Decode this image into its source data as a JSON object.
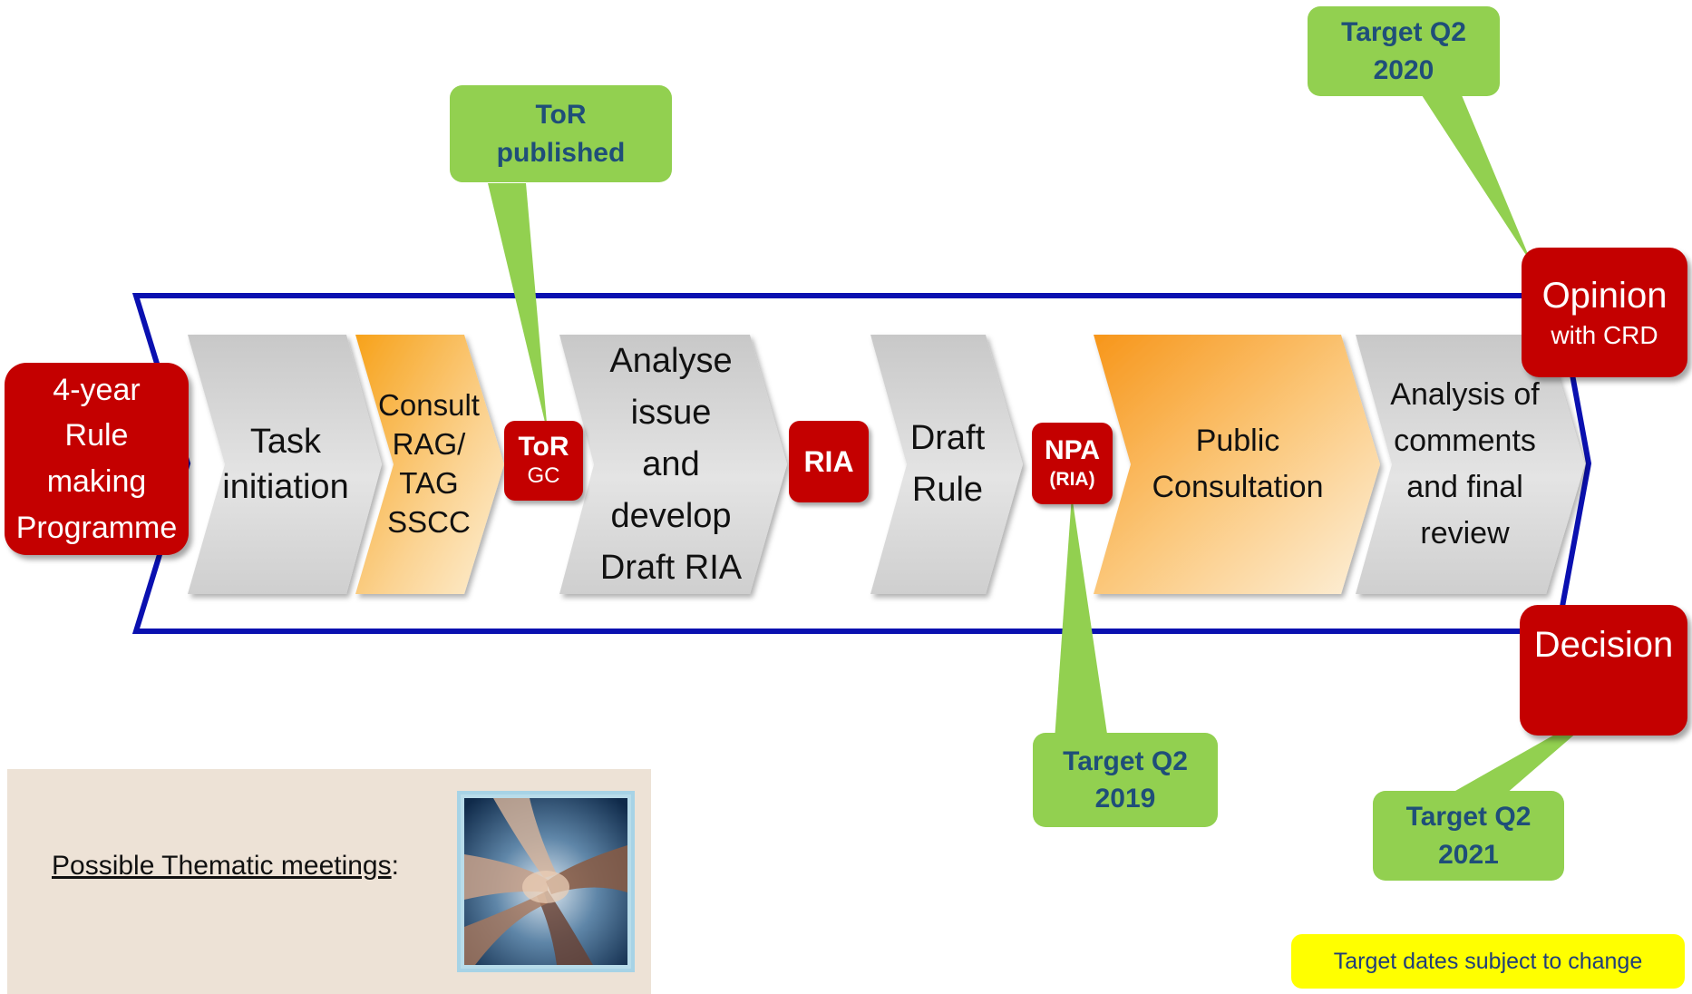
{
  "start_box": {
    "text": "4-year\nRule\nmaking\nProgramme"
  },
  "steps": [
    {
      "id": "task-initiation",
      "text": "Task\ninitiation"
    },
    {
      "id": "consult",
      "text": "Consult\nRAG/\nTAG\nSSCC"
    },
    {
      "id": "analyse",
      "text": "Analyse\nissue\nand\ndevelop\nDraft RIA"
    },
    {
      "id": "draft-rule",
      "text": "Draft\nRule"
    },
    {
      "id": "public-consultation",
      "text": "Public\nConsultation"
    },
    {
      "id": "analysis-comments",
      "text": "Analysis of\ncomments\nand final\nreview"
    }
  ],
  "milestones": {
    "tor": {
      "title": "ToR",
      "sub": "GC"
    },
    "ria": {
      "title": "RIA"
    },
    "npa": {
      "title": "NPA",
      "sub": "(RIA)"
    }
  },
  "opinion_box": {
    "title": "Opinion",
    "sub": "with CRD"
  },
  "decision_box": {
    "title": "Decision"
  },
  "callouts": {
    "tor_published": "ToR\npublished",
    "target_2020": "Target Q2\n2020",
    "target_2019": "Target Q2\n2019",
    "target_2021": "Target Q2\n2021"
  },
  "thematic": {
    "label": "Possible Thematic meetings",
    "suffix": ":"
  },
  "note": "Target dates subject to change",
  "colors": {
    "red": "#c40000",
    "green": "#92d050",
    "blue_frame": "#0a10b0",
    "callout_text": "#1f4e79",
    "note_bg": "#ffff00",
    "note_text": "#1f3d7a",
    "panel_bg": "#ede2d6"
  }
}
